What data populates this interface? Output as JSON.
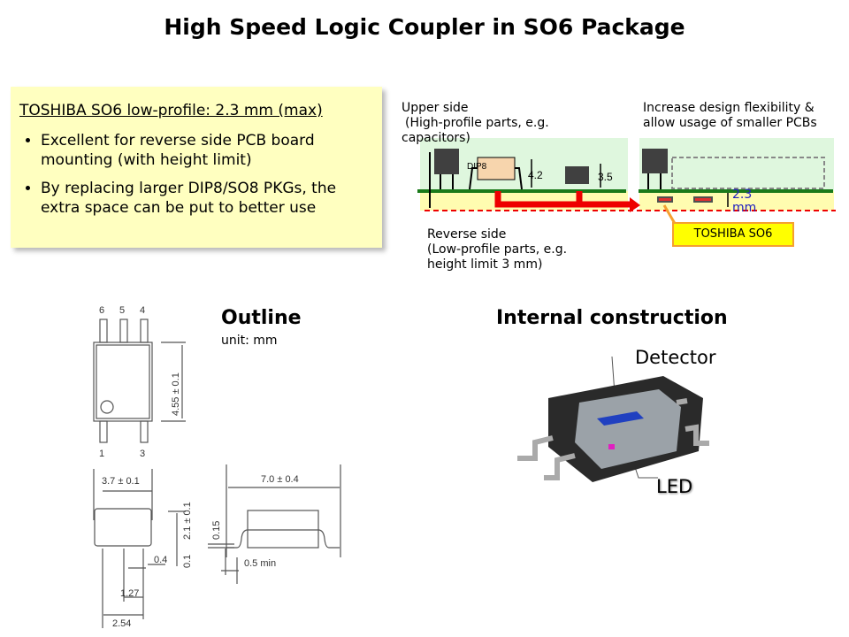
{
  "title": "High Speed Logic Coupler in SO6 Package",
  "note": {
    "heading": "TOSHIBA SO6 low-profile: 2.3 mm (max)",
    "bullets": [
      "Excellent for reverse side PCB board mounting (with height limit)",
      "By replacing larger DIP8/SO8 PKGs, the extra space can be put to better use"
    ]
  },
  "pcb_diagram": {
    "upper_side": "Upper side",
    "upper_side_detail": "(High-profile parts, e.g. capacitors)",
    "reverse_side": "Reverse side",
    "reverse_side_detail": "(Low-profile parts, e.g. height limit 3 mm)",
    "flexibility": "Increase design flexibility & allow  usage of smaller PCBs",
    "dip8_label": "DIP8",
    "dip8_height": "4.2",
    "so8_height": "3.5",
    "so6_height": "2.3 mm",
    "so6_callout": "TOSHIBA SO6"
  },
  "outline": {
    "title": "Outline",
    "unit": "unit: mm",
    "pins_top": [
      "6",
      "5",
      "4"
    ],
    "pins_bottom": [
      "1",
      "3"
    ],
    "dim_length": "4.55 ± 0.1",
    "dim_width": "3.7 ± 0.1",
    "dim_height": "2.1 ± 0.1",
    "dim_standoff": "0.1",
    "dim_lead": "0.4",
    "dim_pitch": "1.27",
    "dim_span": "2.54",
    "dim_total": "7.0 ± 0.4",
    "dim_lead_thick": "0.15",
    "dim_foot": "0.5 min"
  },
  "internal": {
    "title": "Internal construction",
    "detector": "Detector",
    "led": "LED"
  }
}
